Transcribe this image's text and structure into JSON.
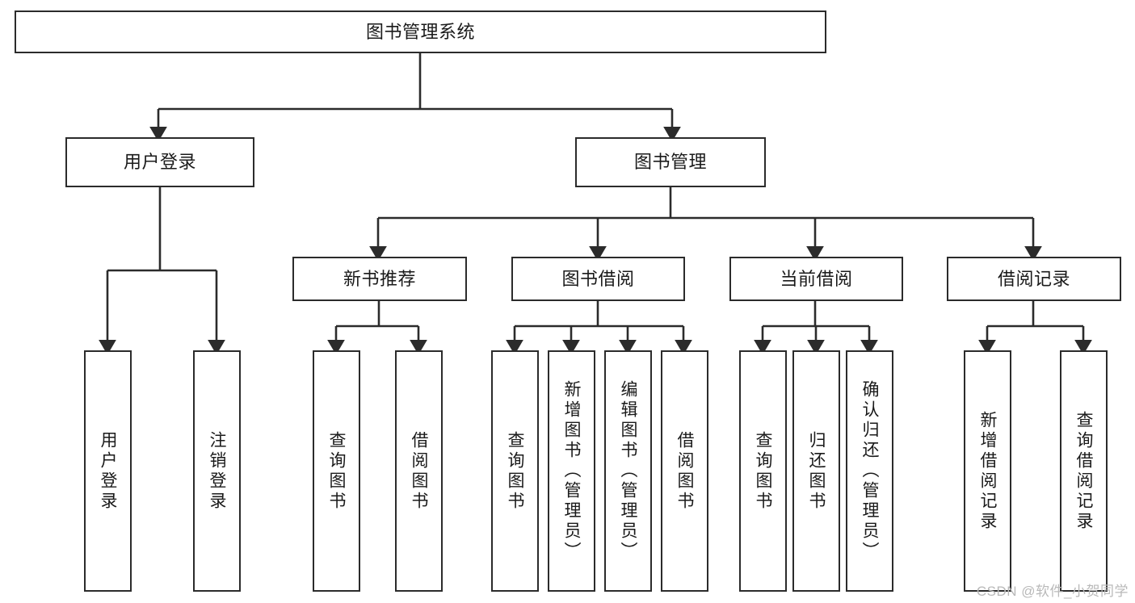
{
  "diagram": {
    "type": "tree-hierarchy",
    "title": "图书管理系统",
    "watermark": "CSDN @软件_小贺同学",
    "colors": {
      "stroke": "#2b2b2b",
      "fill": "#ffffff",
      "text": "#1a1a1a",
      "watermark": "#b9b9b9"
    },
    "nodes": {
      "root": {
        "label": "图书管理系统",
        "level": 1,
        "orientation": "horizontal"
      },
      "user_login": {
        "label": "用户登录",
        "level": 2,
        "orientation": "horizontal"
      },
      "book_manage": {
        "label": "图书管理",
        "level": 2,
        "orientation": "horizontal"
      },
      "new_book_rec": {
        "label": "新书推荐",
        "level": 3,
        "orientation": "horizontal"
      },
      "book_borrow": {
        "label": "图书借阅",
        "level": 3,
        "orientation": "horizontal"
      },
      "current_borrow": {
        "label": "当前借阅",
        "level": 3,
        "orientation": "horizontal"
      },
      "borrow_record": {
        "label": "借阅记录",
        "level": 3,
        "orientation": "horizontal"
      },
      "leaf_user_login": {
        "label": "用户登录",
        "level": 4,
        "orientation": "vertical"
      },
      "leaf_logout": {
        "label": "注销登录",
        "level": 4,
        "orientation": "vertical"
      },
      "leaf_query_book_1": {
        "label": "查询图书",
        "level": 4,
        "orientation": "vertical"
      },
      "leaf_borrow_book_1": {
        "label": "借阅图书",
        "level": 4,
        "orientation": "vertical"
      },
      "leaf_query_book_2": {
        "label": "查询图书",
        "level": 4,
        "orientation": "vertical"
      },
      "leaf_add_book": {
        "label": "新增图书（管理员）",
        "level": 4,
        "orientation": "vertical"
      },
      "leaf_edit_book": {
        "label": "编辑图书（管理员）",
        "level": 4,
        "orientation": "vertical"
      },
      "leaf_borrow_book_2": {
        "label": "借阅图书",
        "level": 4,
        "orientation": "vertical"
      },
      "leaf_query_book_3": {
        "label": "查询图书",
        "level": 4,
        "orientation": "vertical"
      },
      "leaf_return_book": {
        "label": "归还图书",
        "level": 4,
        "orientation": "vertical"
      },
      "leaf_confirm_return": {
        "label": "确认归还（管理员）",
        "level": 4,
        "orientation": "vertical"
      },
      "leaf_add_record": {
        "label": "新增借阅记录",
        "level": 4,
        "orientation": "vertical"
      },
      "leaf_query_record": {
        "label": "查询借阅记录",
        "level": 4,
        "orientation": "vertical"
      }
    },
    "edges": [
      {
        "from": "root",
        "to": "user_login"
      },
      {
        "from": "root",
        "to": "book_manage"
      },
      {
        "from": "user_login",
        "to": "leaf_user_login"
      },
      {
        "from": "user_login",
        "to": "leaf_logout"
      },
      {
        "from": "book_manage",
        "to": "new_book_rec"
      },
      {
        "from": "book_manage",
        "to": "book_borrow"
      },
      {
        "from": "book_manage",
        "to": "current_borrow"
      },
      {
        "from": "book_manage",
        "to": "borrow_record"
      },
      {
        "from": "new_book_rec",
        "to": "leaf_query_book_1"
      },
      {
        "from": "new_book_rec",
        "to": "leaf_borrow_book_1"
      },
      {
        "from": "book_borrow",
        "to": "leaf_query_book_2"
      },
      {
        "from": "book_borrow",
        "to": "leaf_add_book"
      },
      {
        "from": "book_borrow",
        "to": "leaf_edit_book"
      },
      {
        "from": "book_borrow",
        "to": "leaf_borrow_book_2"
      },
      {
        "from": "current_borrow",
        "to": "leaf_query_book_3"
      },
      {
        "from": "current_borrow",
        "to": "leaf_return_book"
      },
      {
        "from": "current_borrow",
        "to": "leaf_confirm_return"
      },
      {
        "from": "borrow_record",
        "to": "leaf_add_record"
      },
      {
        "from": "borrow_record",
        "to": "leaf_query_record"
      }
    ]
  }
}
